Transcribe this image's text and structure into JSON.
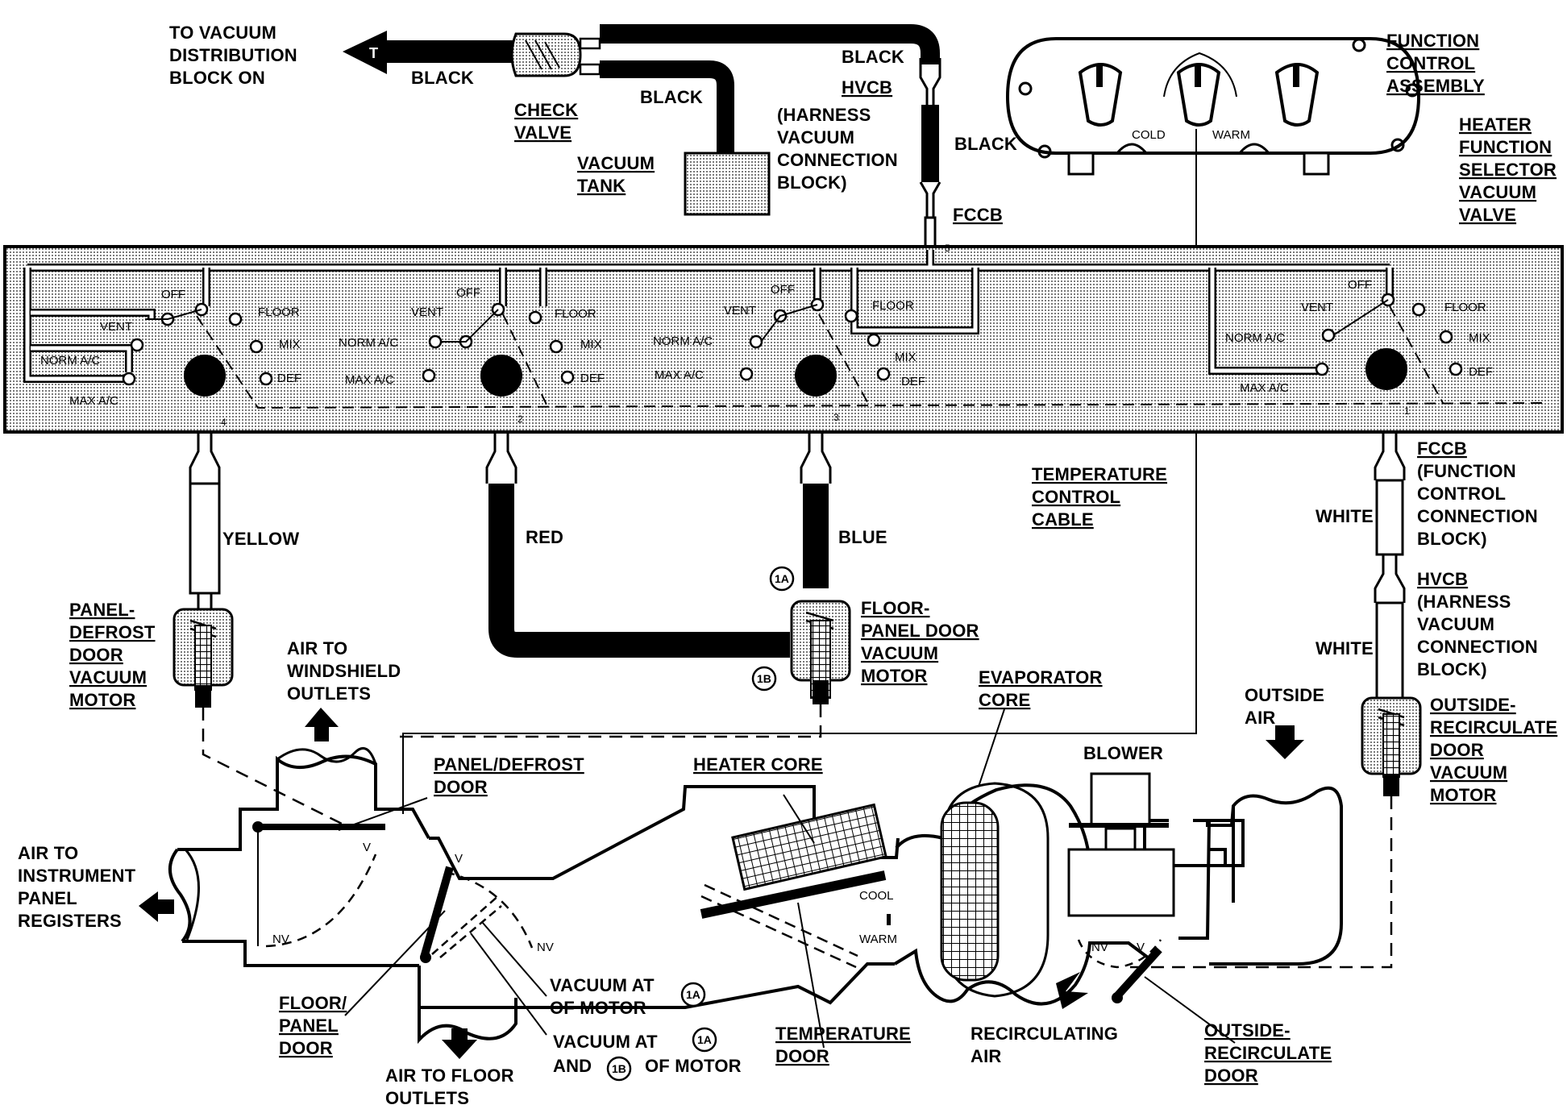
{
  "labels": {
    "to_vacuum_block": [
      "TO VACUUM",
      "DISTRIBUTION",
      "BLOCK ON"
    ],
    "check_valve": [
      "CHECK",
      "VALVE"
    ],
    "vacuum_tank": [
      "VACUUM",
      "TANK"
    ],
    "hvcb_top": [
      "HVCB",
      "(HARNESS",
      "VACUUM",
      "CONNECTION",
      "BLOCK)"
    ],
    "fccb_top": "FCCB",
    "function_control": [
      "FUNCTION",
      "CONTROL",
      "ASSEMBLY"
    ],
    "heater_selector": [
      "HEATER",
      "FUNCTION",
      "SELECTOR",
      "VACUUM",
      "VALVE"
    ],
    "temp_control_cable": [
      "TEMPERATURE",
      "CONTROL",
      "CABLE"
    ],
    "fccb_right": [
      "FCCB",
      "(FUNCTION",
      "CONTROL",
      "CONNECTION",
      "BLOCK)"
    ],
    "hvcb_right": [
      "HVCB",
      "(HARNESS",
      "VACUUM",
      "CONNECTION",
      "BLOCK)"
    ],
    "panel_defrost_motor": [
      "PANEL-",
      "DEFROST",
      "DOOR",
      "VACUUM",
      "MOTOR"
    ],
    "floor_panel_motor": [
      "FLOOR-",
      "PANEL DOOR",
      "VACUUM",
      "MOTOR"
    ],
    "outside_recirc_motor": [
      "OUTSIDE-",
      "RECIRCULATE",
      "DOOR",
      "VACUUM",
      "MOTOR"
    ],
    "air_windshield": [
      "AIR TO",
      "WINDSHIELD",
      "OUTLETS"
    ],
    "panel_defrost_door": [
      "PANEL/DEFROST",
      "DOOR"
    ],
    "heater_core": "HEATER CORE",
    "evaporator_core": [
      "EVAPORATOR",
      "CORE"
    ],
    "blower": "BLOWER",
    "outside_air": [
      "OUTSIDE",
      "AIR"
    ],
    "air_instrument": [
      "AIR TO",
      "INSTRUMENT",
      "PANEL",
      "REGISTERS"
    ],
    "floor_panel_door": [
      "FLOOR/",
      "PANEL",
      "DOOR"
    ],
    "air_floor": [
      "AIR TO FLOOR",
      "OUTLETS"
    ],
    "vacuum_at_1": [
      "VACUUM AT",
      "OF MOTOR"
    ],
    "vacuum_at_2": [
      "VACUUM AT",
      "AND",
      "OF MOTOR"
    ],
    "temperature_door": [
      "TEMPERATURE",
      "DOOR"
    ],
    "recirculating_air": [
      "RECIRCULATING",
      "AIR"
    ],
    "outside_recirc_door": [
      "OUTSIDE-",
      "RECIRCULATE",
      "DOOR"
    ]
  },
  "hose_colors": {
    "black": "BLACK",
    "yellow": "YELLOW",
    "red": "RED",
    "blue": "BLUE",
    "white": "WHITE"
  },
  "valve_positions": {
    "off": "OFF",
    "vent": "VENT",
    "norm_ac": "NORM A/C",
    "max_ac": "MAX A/C",
    "floor": "FLOOR",
    "mix": "MIX",
    "def": "DEF"
  },
  "port_numbers": [
    "4",
    "2",
    "3",
    "1",
    "5"
  ],
  "small_labels": {
    "cold": "COLD",
    "warm": "WARM",
    "cool": "COOL",
    "v": "V",
    "nv": "NV",
    "t": "T"
  },
  "callouts": {
    "c1a": "1A",
    "c1b": "1B"
  }
}
